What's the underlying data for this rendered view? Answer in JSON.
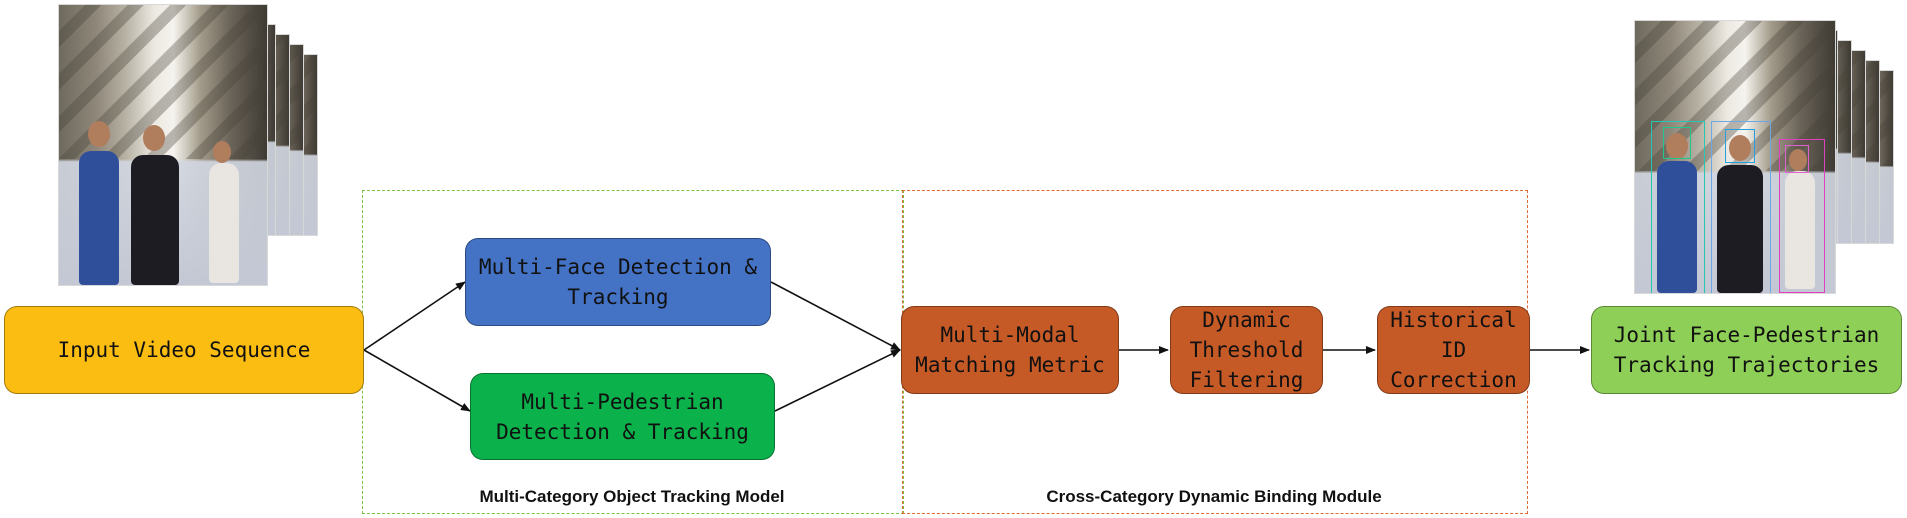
{
  "nodes": {
    "input": {
      "label": "Input Video Sequence",
      "color": "#fbbd12"
    },
    "face": {
      "label": "Multi-Face Detection &\nTracking",
      "color": "#4472c4"
    },
    "ped": {
      "label": "Multi-Pedestrian\nDetection & Tracking",
      "color": "#0bb14a"
    },
    "metric": {
      "label": "Multi-Modal\nMatching Metric",
      "color": "#c55a27"
    },
    "thresh": {
      "label": "Dynamic\nThreshold\nFiltering",
      "color": "#c55a27"
    },
    "history": {
      "label": "Historical\nID\nCorrection",
      "color": "#c55a27"
    },
    "output": {
      "label": "Joint Face-Pedestrian\nTracking Trajectories",
      "color": "#8ed057"
    }
  },
  "regions": {
    "tracking": {
      "label": "Multi-Category Object Tracking Model",
      "border_color": "#7cc242"
    },
    "binding": {
      "label": "Cross-Category Dynamic Binding Module",
      "border_color": "#e06a36"
    }
  },
  "images": {
    "input_frames": {
      "icon": "video-frame-stack",
      "annotated": false
    },
    "output_frames": {
      "icon": "video-frame-stack",
      "annotated": true
    }
  }
}
